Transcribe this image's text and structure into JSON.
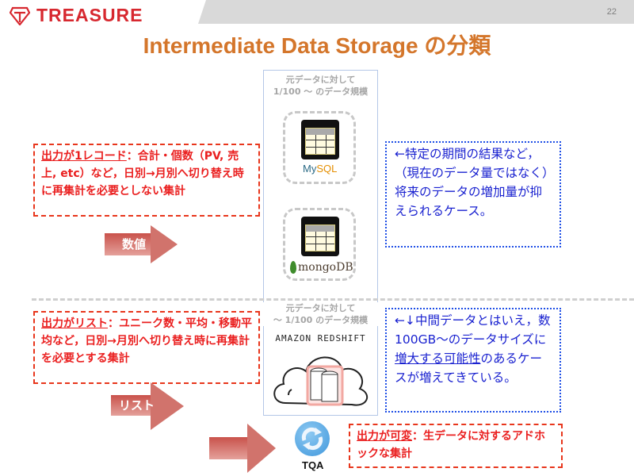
{
  "header": {
    "logo_text": "TREASURE",
    "page_number": "22",
    "brand_color": "#d7282f"
  },
  "title": "Intermediate Data Storage の分類",
  "center_column": {
    "top_caption_line1": "元データに対して",
    "top_caption_line2": "1/100 ～ のデータ規模",
    "bottom_caption_line1": "元データに対して",
    "bottom_caption_line2": "～ 1/100 のデータ規模",
    "db1_label_a": "My",
    "db1_label_b": "SQL",
    "db2_label": "mongoDB",
    "db3_label": "AMAZON REDSHIFT"
  },
  "section1": {
    "red_lead": "出力が1レコード",
    "red_text": "：合計・個数（PV, 売上, etc）など，日別→月別へ切り替え時に再集計を必要としない集計",
    "arrow_label": "数値",
    "blue_text": "←特定の期間の結果など，（現在のデータ量ではなく）将来のデータの増加量が抑えられるケース。"
  },
  "section2": {
    "red_lead": "出力がリスト",
    "red_text": "：ユニーク数・平均・移動平均など，日別→月別へ切り替え時に再集計を必要とする集計",
    "arrow_label": "リスト",
    "blue_text_a": "←↓中間データとはいえ，数100GB～のデータサイズに",
    "blue_text_ul": "増大する可能性",
    "blue_text_b": "のあるケースが増えてきている。"
  },
  "section3": {
    "red_lead": "出力が可変",
    "red_text": "：生データに対するアドホックな集計",
    "tqa_label": "TQA"
  }
}
